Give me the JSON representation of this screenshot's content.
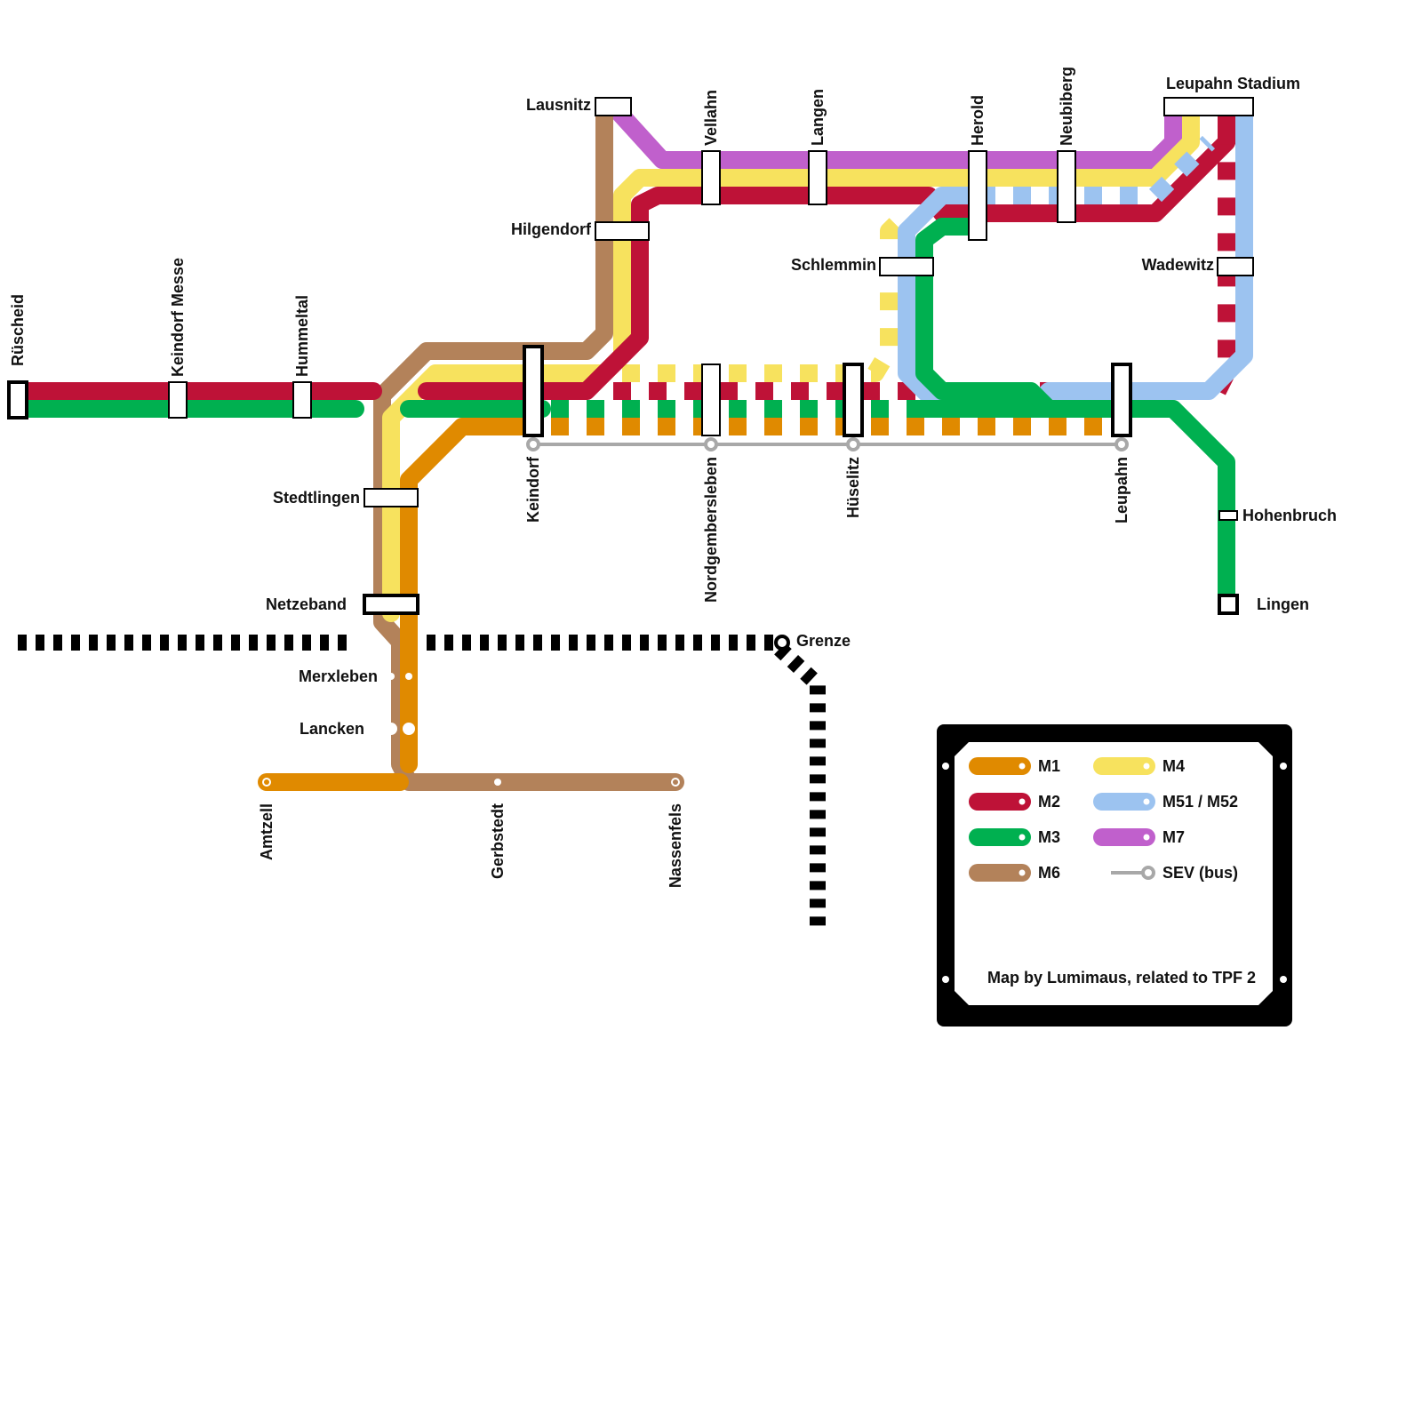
{
  "map": {
    "credit": "Map by Lumimaus, related to TPF 2",
    "border_label": "Grenze"
  },
  "colors": {
    "M1": "#e08a00",
    "M2": "#be1237",
    "M3": "#00b050",
    "M4": "#f7e25e",
    "M51": "#9cc3f0",
    "M6": "#b3825a",
    "M7": "#c060cc",
    "SEV": "#a8a8a8",
    "border": "#000000"
  },
  "stations": {
    "rueschheid": "Rüscheid",
    "keindorf_messe": "Keindorf Messe",
    "hummeltal": "Hummeltal",
    "lausnitz": "Lausnitz",
    "hilgendorf": "Hilgendorf",
    "vellahn": "Vellahn",
    "langen": "Langen",
    "herold": "Herold",
    "neubiberg": "Neubiberg",
    "leupahn_stadium": "Leupahn Stadium",
    "schlemmin": "Schlemmin",
    "wadewitz": "Wadewitz",
    "keindorf": "Keindorf",
    "nordgembersleben": "Nordgembersleben",
    "hueselitz": "Hüselitz",
    "leupahn": "Leupahn",
    "hohenbruch": "Hohenbruch",
    "lingen": "Lingen",
    "stedtlingen": "Stedtlingen",
    "netzeband": "Netzeband",
    "merxleben": "Merxleben",
    "lancken": "Lancken",
    "amtzell": "Amtzell",
    "gerbstedt": "Gerbstedt",
    "nassenfels": "Nassenfels"
  },
  "legend": [
    {
      "line": "M1",
      "label": "M1",
      "color": "#e08a00",
      "type": "line"
    },
    {
      "line": "M2",
      "label": "M2",
      "color": "#be1237",
      "type": "line"
    },
    {
      "line": "M3",
      "label": "M3",
      "color": "#00b050",
      "type": "line"
    },
    {
      "line": "M6",
      "label": "M6",
      "color": "#b3825a",
      "type": "line"
    },
    {
      "line": "M4",
      "label": "M4",
      "color": "#f7e25e",
      "type": "line"
    },
    {
      "line": "M51",
      "label": "M51 / M52",
      "color": "#9cc3f0",
      "type": "line"
    },
    {
      "line": "M7",
      "label": "M7",
      "color": "#c060cc",
      "type": "line"
    },
    {
      "line": "SEV",
      "label": "SEV (bus)",
      "color": "#a8a8a8",
      "type": "bus"
    }
  ]
}
